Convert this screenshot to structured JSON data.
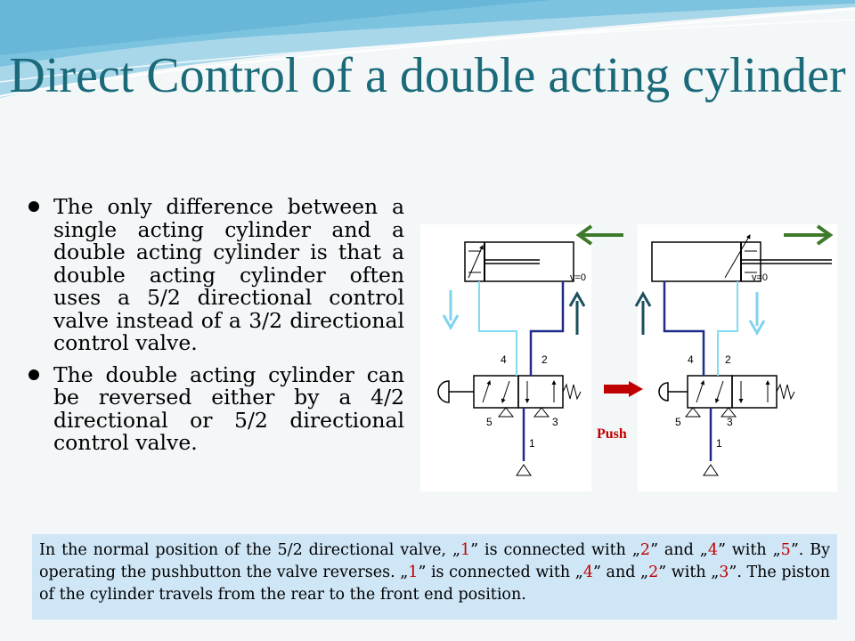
{
  "title": "Direct Control of a double acting cylinder",
  "bullets": [
    "The only difference between a single acting cylinder and a double acting cylinder is that a double acting cylinder often uses a 5/2 directional control valve instead of a 3/2 directional control valve.",
    "The double acting cylinder can be reversed either by a 4/2 directional or 5/2 directional control valve."
  ],
  "diagram": {
    "left": {
      "v_label": "v=0",
      "port_4": "4",
      "port_2": "2",
      "port_5": "5",
      "port_3": "3",
      "port_1": "1"
    },
    "right": {
      "v_label": "v=0",
      "port_4": "4",
      "port_2": "2",
      "port_5": "5",
      "port_3": "3",
      "port_1": "1"
    },
    "push_label": "Push"
  },
  "note": {
    "t1": "In the normal position of the 5/2 directional valve, „",
    "r1": "1",
    "t2": "” is connected with „",
    "r2": "2",
    "t3": "” and „",
    "r3": "4",
    "t4": "” with „",
    "r4": "5",
    "t5": "”. By operating the pushbutton the valve reverses. „",
    "r5": "1",
    "t6": "” is connected with „",
    "r6": "4",
    "t7": "” and „",
    "r7": "2",
    "t8": "” with „",
    "r8": "3",
    "t9": "”. The piston of the cylinder travels from the rear to the front end position."
  },
  "colors": {
    "title": "#1b6a7a",
    "pipe_supply": "#1f2a8a",
    "pipe_exhaust": "#7fdcf2",
    "arrow_green": "#3e7a2b",
    "arrow_up": "#1b4f5e",
    "arrow_down": "#7fd3f0",
    "push_red": "#c00000",
    "note_bg": "#cfe6f7"
  }
}
